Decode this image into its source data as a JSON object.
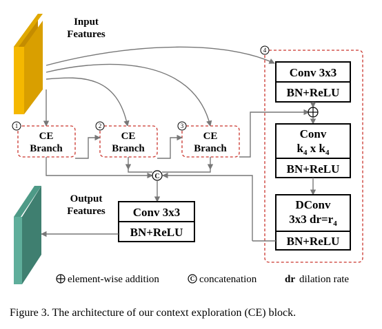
{
  "input_label": [
    "Input",
    "Features"
  ],
  "output_label": [
    "Output",
    "Features"
  ],
  "branches": [
    {
      "num": "1",
      "line1": "CE",
      "line2": "Branch"
    },
    {
      "num": "2",
      "line1": "CE",
      "line2": "Branch"
    },
    {
      "num": "3",
      "line1": "CE",
      "line2": "Branch"
    }
  ],
  "branch4_num": "4",
  "concat_symbol": "C",
  "add_symbol": "⊕",
  "out_block": {
    "conv": "Conv 3x3",
    "bn": "BN+ReLU"
  },
  "b4_block1": {
    "conv": "Conv 3x3",
    "bn": "BN+ReLU"
  },
  "b4_block2": {
    "line1": "Conv",
    "k": "k",
    "sub": "4",
    "x": " x ",
    "bn": "BN+ReLU"
  },
  "b4_block3": {
    "line1": "DConv",
    "line2a": "3x3 dr=r",
    "sub": "4",
    "bn": "BN+ReLU"
  },
  "legend": {
    "add_symbol": "⊕",
    "add_text": "element-wise addition",
    "concat_symbol": "C",
    "concat_text": "concatenation",
    "dr_label": "dr",
    "dr_text": "dilation rate"
  },
  "caption": "Figure 3. The architecture of our context exploration (CE) block.",
  "colors": {
    "input_front": "#F5B800",
    "input_side": "#C48C00",
    "output_front": "#5FAE9B",
    "output_side": "#3F7F70",
    "dashed_border": "#C9332B",
    "arrow": "#777777"
  }
}
